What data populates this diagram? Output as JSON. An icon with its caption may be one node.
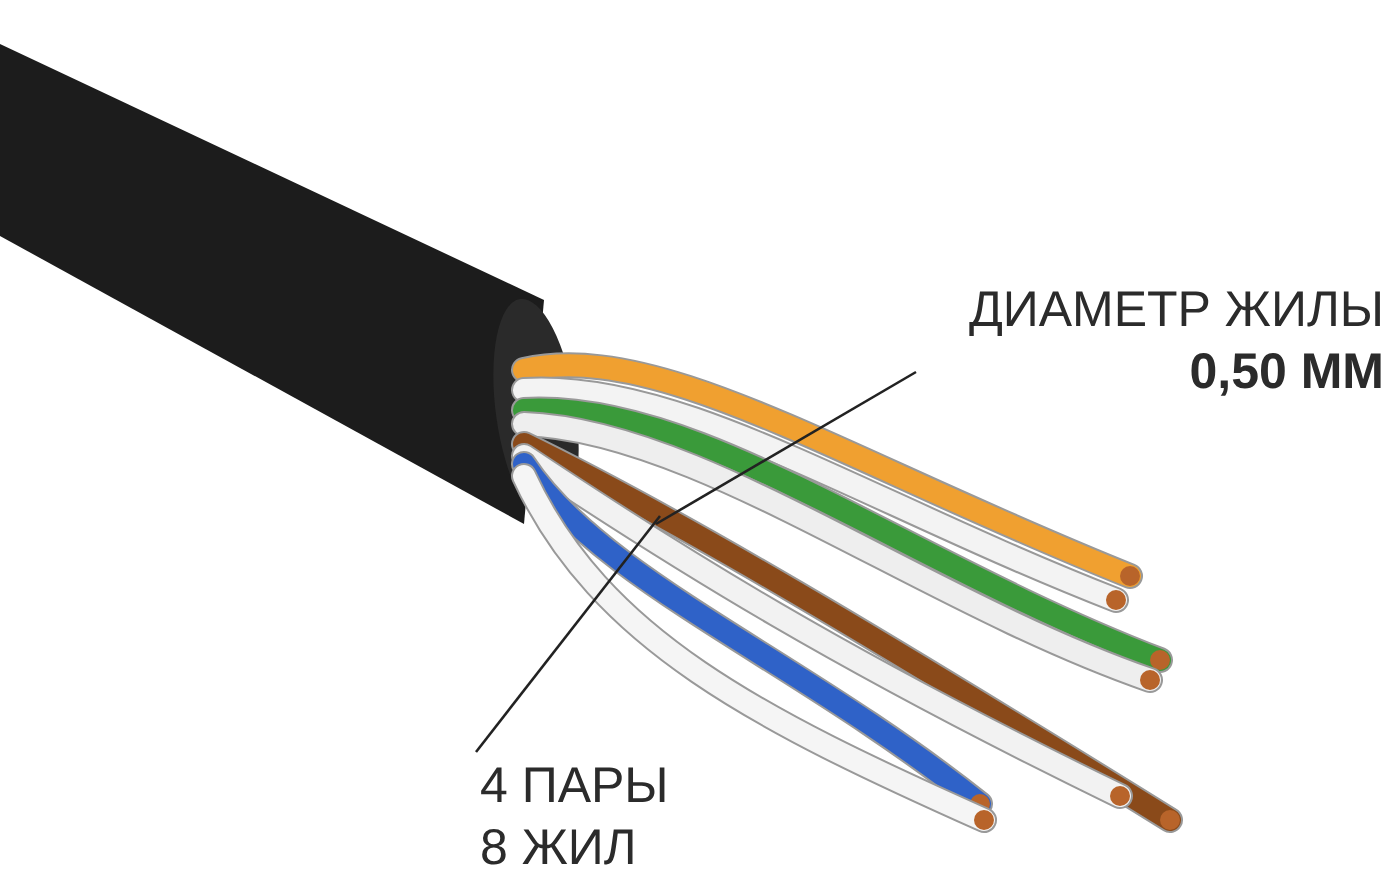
{
  "diagram": {
    "nodes": [
      {
        "text": [
          "ДИАМЕТР ЖИЛЫ",
          "0,50 ММ"
        ]
      },
      {
        "text": [
          "4 ПАРЫ",
          "8 ЖИЛ"
        ]
      }
    ],
    "edges": [
      {
        "from": 0,
        "to": null,
        "arrow": "none"
      },
      {
        "from": 1,
        "to": null,
        "arrow": "none"
      }
    ]
  }
}
